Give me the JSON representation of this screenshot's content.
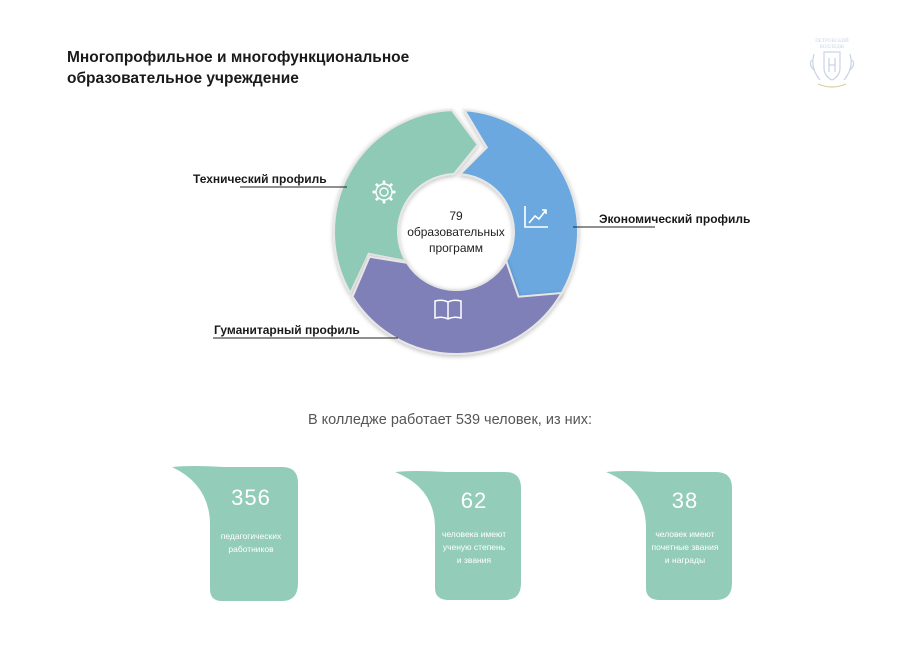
{
  "title": {
    "line1": "Многопрофильное и многофункциональное",
    "line2": "образовательное учреждение"
  },
  "logo": {
    "icon": "college-crest-icon",
    "text": "ПЕТРОВСКИЙ КОЛЛЕДЖ"
  },
  "center": {
    "count": "79",
    "line1": "образовательных",
    "line2": "программ"
  },
  "segments": [
    {
      "label": "Технический профиль",
      "icon": "gear-icon",
      "color": "#8fcab6"
    },
    {
      "label": "Экономический профиль",
      "icon": "chart-icon",
      "color": "#6aa8df"
    },
    {
      "label": "Гуманитарный профиль",
      "icon": "book-icon",
      "color": "#7f80b8"
    }
  ],
  "staff": {
    "heading": "В колледже работает 539 человек, из них:",
    "cards": [
      {
        "value": "356",
        "lines": [
          "педагогических",
          "работников"
        ]
      },
      {
        "value": "62",
        "lines": [
          "человека имеют",
          "ученую степень",
          "и звания"
        ]
      },
      {
        "value": "38",
        "lines": [
          "человек имеют",
          "почетные звания",
          "и награды"
        ]
      }
    ],
    "card_color": "#93ccb9"
  }
}
